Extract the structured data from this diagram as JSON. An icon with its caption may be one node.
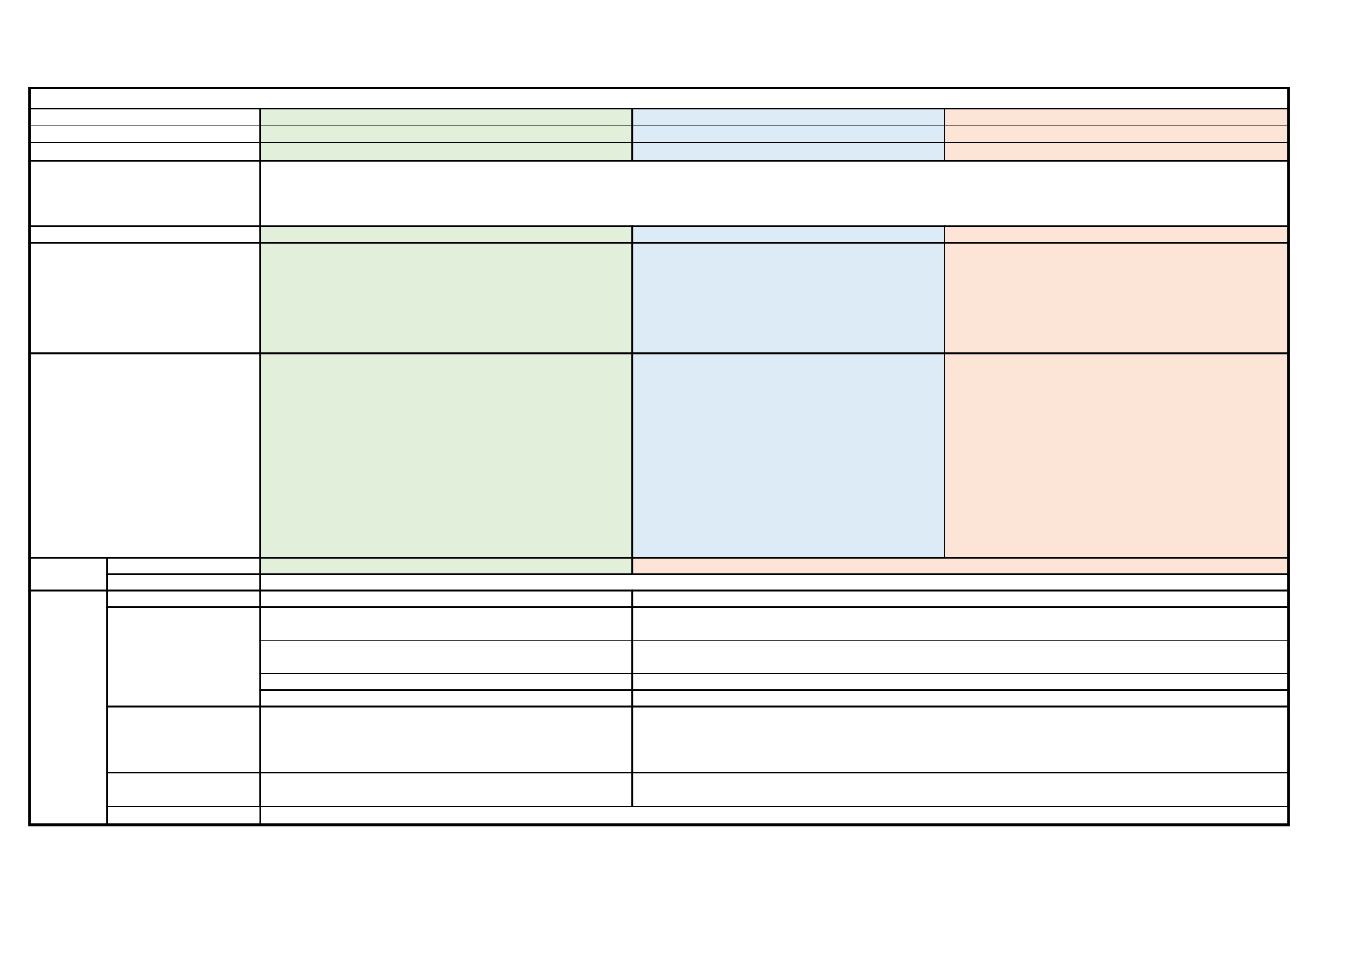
{
  "diagram": {
    "nodes": [
      {
        "text": [],
        "shape": "box"
      },
      {
        "text": [],
        "shape": "box"
      },
      {
        "text": [],
        "shape": "box"
      },
      {
        "text": [],
        "shape": "box"
      },
      {
        "text": [],
        "shape": "box"
      },
      {
        "text": [],
        "shape": "box"
      },
      {
        "text": [],
        "shape": "box"
      },
      {
        "text": [],
        "shape": "box"
      },
      {
        "text": [],
        "shape": "box"
      },
      {
        "text": [],
        "shape": "box"
      },
      {
        "text": [],
        "shape": "box"
      },
      {
        "text": [],
        "shape": "box"
      },
      {
        "text": [],
        "shape": "box"
      },
      {
        "text": [],
        "shape": "box"
      },
      {
        "text": [],
        "shape": "box"
      },
      {
        "text": [],
        "shape": "box"
      },
      {
        "text": [],
        "shape": "box"
      },
      {
        "text": [],
        "shape": "box"
      },
      {
        "text": [],
        "shape": "box"
      },
      {
        "text": [],
        "shape": "box"
      },
      {
        "text": [],
        "shape": "box"
      },
      {
        "text": [],
        "shape": "box"
      },
      {
        "text": [],
        "shape": "box"
      },
      {
        "text": [],
        "shape": "box"
      },
      {
        "text": [],
        "shape": "box"
      },
      {
        "text": [],
        "shape": "box"
      },
      {
        "text": [],
        "shape": "box"
      },
      {
        "text": [],
        "shape": "box"
      },
      {
        "text": [],
        "shape": "box"
      },
      {
        "text": [],
        "shape": "box"
      },
      {
        "text": [],
        "shape": "box"
      },
      {
        "text": [],
        "shape": "box"
      },
      {
        "text": [],
        "shape": "box"
      },
      {
        "text": [],
        "shape": "box"
      },
      {
        "text": [],
        "shape": "box"
      },
      {
        "text": [],
        "shape": "box"
      },
      {
        "text": [],
        "shape": "box"
      },
      {
        "text": [],
        "shape": "box"
      },
      {
        "text": [],
        "shape": "box"
      },
      {
        "text": [],
        "shape": "box"
      },
      {
        "text": [],
        "shape": "box"
      },
      {
        "text": [],
        "shape": "box"
      },
      {
        "text": [],
        "shape": "box"
      },
      {
        "text": [],
        "shape": "box"
      },
      {
        "text": [],
        "shape": "box"
      },
      {
        "text": [],
        "shape": "box"
      },
      {
        "text": [],
        "shape": "box"
      },
      {
        "text": [],
        "shape": "box"
      },
      {
        "text": [],
        "shape": "box"
      },
      {
        "text": [],
        "shape": "box"
      },
      {
        "text": [],
        "shape": "box"
      },
      {
        "text": [],
        "shape": "box"
      },
      {
        "text": [],
        "shape": "box"
      }
    ]
  }
}
